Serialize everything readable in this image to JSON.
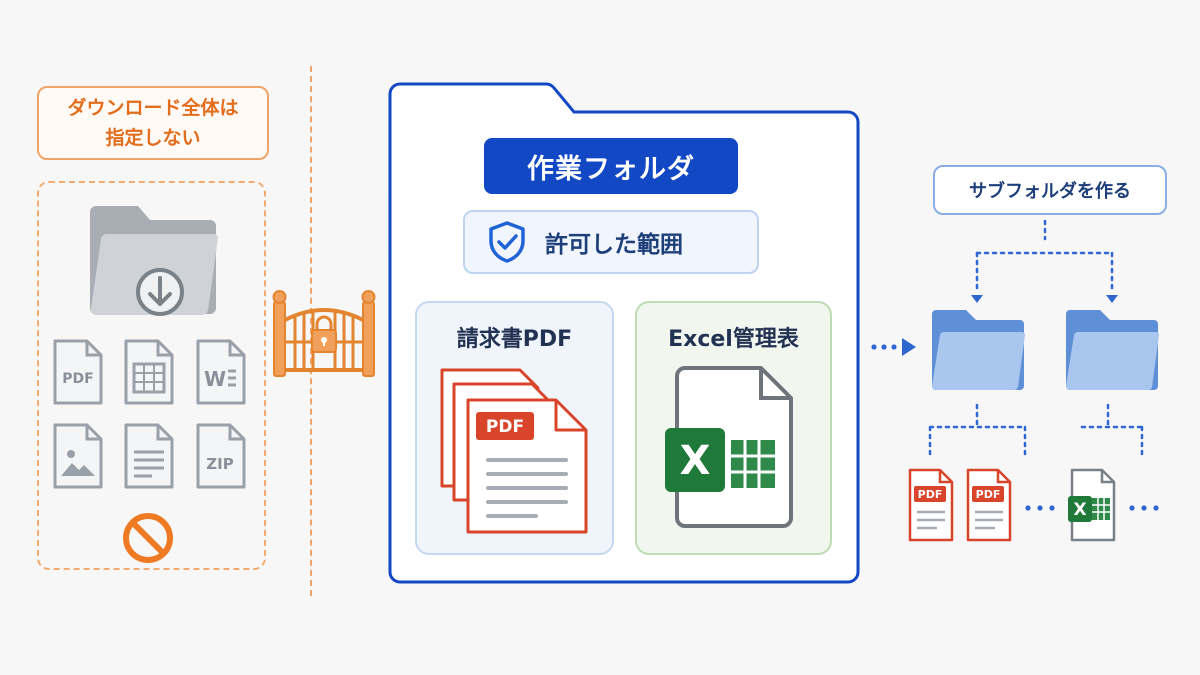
{
  "left": {
    "note_line1": "ダウンロード全体は",
    "note_line2": "指定しない",
    "file_icons": [
      {
        "name": "pdf-file-icon",
        "label": "PDF"
      },
      {
        "name": "spreadsheet-file-icon",
        "label": ""
      },
      {
        "name": "word-file-icon",
        "label": "W"
      },
      {
        "name": "image-file-icon",
        "label": ""
      },
      {
        "name": "text-file-icon",
        "label": ""
      },
      {
        "name": "zip-file-icon",
        "label": "ZIP"
      }
    ],
    "prohibited_icon": "no-entry-icon"
  },
  "center": {
    "title": "作業フォルダ",
    "permission_label": "許可した範囲",
    "pdf_card_title": "請求書PDF",
    "pdf_badge": "PDF",
    "excel_card_title": "Excel管理表",
    "excel_badge": "X"
  },
  "right": {
    "note": "サブフォルダを作る",
    "pdf_badge": "PDF",
    "excel_badge": "X"
  },
  "colors": {
    "orange": "#e36d1c",
    "blue": "#1348c4",
    "folder_blue": "#6f98d8",
    "pdf_red": "#d8452a",
    "excel_green": "#1f7a3a",
    "gray_icon": "#9aa0a8"
  }
}
